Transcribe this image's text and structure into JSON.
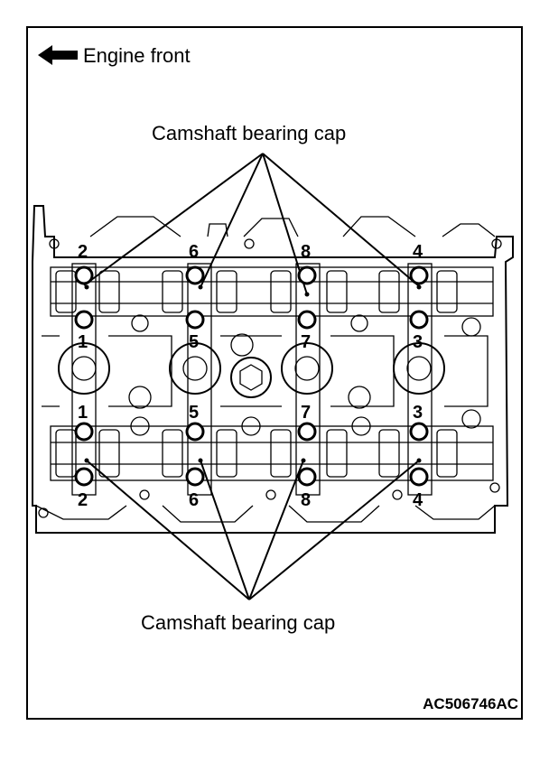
{
  "direction_label": "Engine front",
  "callout_top": "Camshaft bearing cap",
  "callout_bottom": "Camshaft bearing cap",
  "figure_code": "AC506746AC",
  "bolt_numbers_top": [
    "1",
    "5",
    "7",
    "3"
  ],
  "bolt_numbers_above": [
    "2",
    "6",
    "8",
    "4"
  ],
  "bolt_numbers_lower_top": [
    "1",
    "5",
    "7",
    "3"
  ],
  "bolt_numbers_bottom": [
    "2",
    "6",
    "8",
    "4"
  ]
}
